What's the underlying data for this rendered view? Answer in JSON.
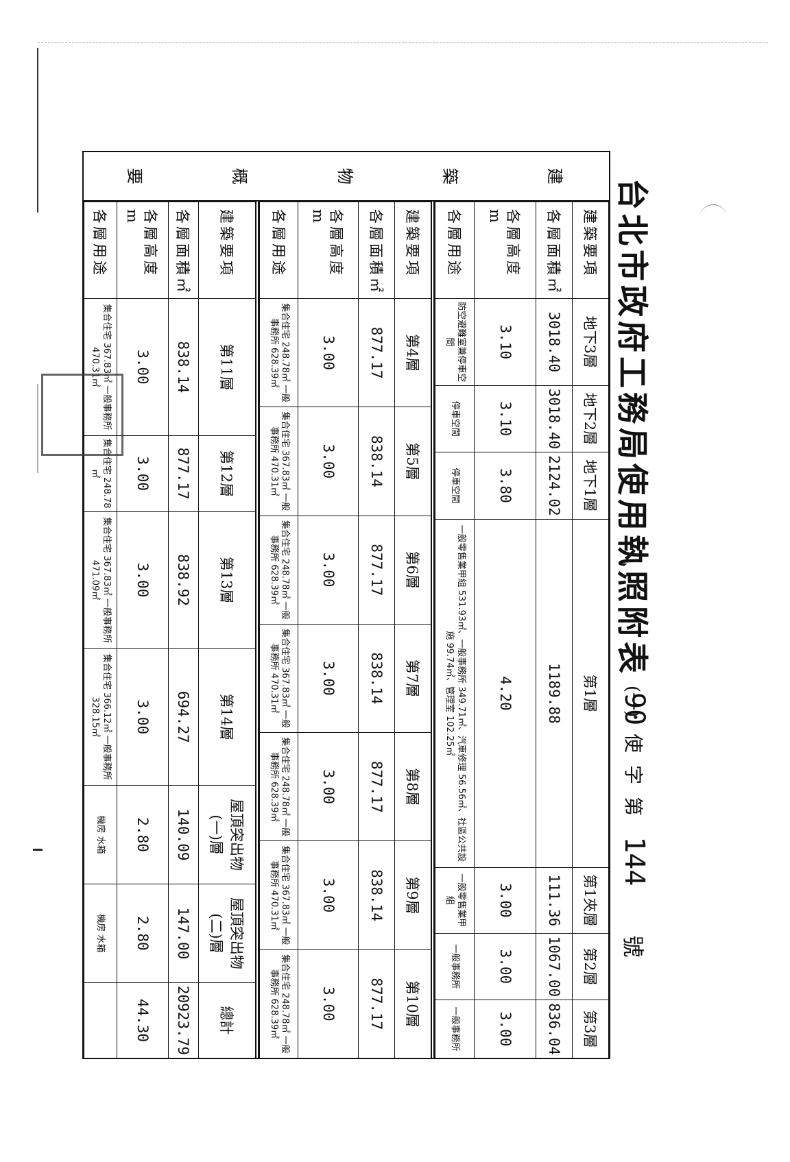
{
  "title": "台北市政府工務局使用執照附表",
  "title_number": "(一)",
  "permit": {
    "year": "90",
    "char": "使字第",
    "number": "144",
    "suffix": "號"
  },
  "group_label": [
    "建",
    "築",
    "物",
    "概",
    "要"
  ],
  "row_labels": [
    "建築要項",
    "各層面積㎡",
    "各層高度 m",
    "各層用途"
  ],
  "blocks": [
    {
      "floors": [
        "地下3層",
        "地下2層",
        "地下1層",
        "第1層",
        "第1夾層",
        "第2層",
        "第3層"
      ],
      "areas": [
        "3018.40",
        "3018.40",
        "2124.02",
        "1189.88",
        "111.36",
        "1067.00",
        "836.04"
      ],
      "heights": [
        "3.10",
        "3.10",
        "3.80",
        "4.20",
        "3.00",
        "3.00",
        "3.00"
      ],
      "uses": [
        "防空避難室兼停車空間",
        "停車空間",
        "停車空間",
        "一般零售業甲組 531.93㎡、一般事務所 349.71㎡、汽車修理 56.56㎡、社區公共設施 99.74㎡、管理室 102.25㎡",
        "一般零售業甲組",
        "一般事務所",
        "一般事務所"
      ]
    },
    {
      "floors": [
        "第4層",
        "第5層",
        "第6層",
        "第7層",
        "第8層",
        "第9層",
        "第10層"
      ],
      "areas": [
        "877.17",
        "838.14",
        "877.17",
        "838.14",
        "877.17",
        "838.14",
        "877.17"
      ],
      "heights": [
        "3.00",
        "3.00",
        "3.00",
        "3.00",
        "3.00",
        "3.00",
        "3.00"
      ],
      "uses": [
        "集合住宅 248.78㎡ 一般事務所 628.39㎡",
        "集合住宅 367.83㎡ 一般事務所 470.31㎡",
        "集合住宅 248.78㎡ 一般事務所 628.39㎡",
        "集合住宅 367.83㎡ 一般事務所 470.31㎡",
        "集合住宅 248.78㎡ 一般事務所 628.39㎡",
        "集合住宅 367.83㎡ 一般事務所 470.31㎡",
        "集合住宅 248.78㎡ 一般事務所 628.39㎡"
      ]
    },
    {
      "floors": [
        "第11層",
        "第12層",
        "第13層",
        "第14層",
        "屋頂突出物(一)層",
        "屋頂突出物(二)層",
        "總計"
      ],
      "areas": [
        "838.14",
        "877.17",
        "838.92",
        "694.27",
        "140.09",
        "147.00",
        "20923.79"
      ],
      "heights": [
        "3.00",
        "3.00",
        "3.00",
        "3.00",
        "2.80",
        "2.80",
        "44.30"
      ],
      "uses": [
        "集合住宅 367.83㎡ 一般事務所 470.31㎡",
        "集合住宅 248.78㎡",
        "集合住宅 367.83㎡ 一般事務所 471.09㎡",
        "集合住宅 366.12㎡ 一般事務所 328.15㎡",
        "機房 水箱",
        "機房 水箱",
        ""
      ]
    }
  ]
}
